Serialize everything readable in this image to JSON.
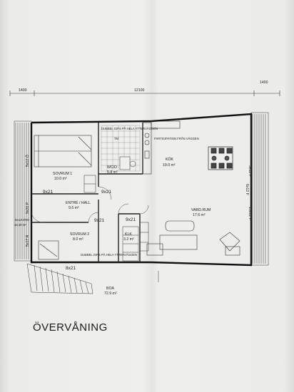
{
  "dimensions": {
    "left": "1400",
    "center": "12100",
    "right": "1400"
  },
  "rooms": {
    "sovrum1": {
      "name": "SOVRUM 1",
      "area": "10.0 m²"
    },
    "wc": {
      "name": "WC/D",
      "area": "5.8 m²"
    },
    "kok": {
      "name": "KÖK",
      "area": "19.0 m²"
    },
    "entre": {
      "name": "ENTRÉ / HALL",
      "area": "9.6 m²"
    },
    "vardagsrum": {
      "name": "VARD.RUM",
      "area": "17.6 m²"
    },
    "sovrum2": {
      "name": "SOVRUM 2",
      "area": "8.0 m²"
    },
    "klk": {
      "name": "KLK",
      "area": "3.2 m²"
    },
    "boa": {
      "name": "BOA",
      "area": "72.9 m²"
    },
    "balkong": {
      "name": "BALKONG",
      "area": "14,30 m²"
    }
  },
  "door_labels": [
    "9x21",
    "9x21",
    "9x21",
    "9x21",
    "8x21"
  ],
  "window_labels": {
    "left_top": "5x12 Ö",
    "left_mid": "9x20 P",
    "left_low": "5x17 R",
    "right_top": "5x12 F",
    "right_low": "15x12 F",
    "right_mid": "6x12 F"
  },
  "notes": {
    "wall_note_1": "DUBBEL GIPS PÅ HELA YTTERVÄGGEN",
    "wall_note_1b": "TM",
    "wall_note_2": "DUBBEL GIPS PÅ HELA YTTERVÄGGEN",
    "ventilation": "PARTICIPATION FRÅN VÄGGEN"
  },
  "title": "ÖVERVÅNING"
}
